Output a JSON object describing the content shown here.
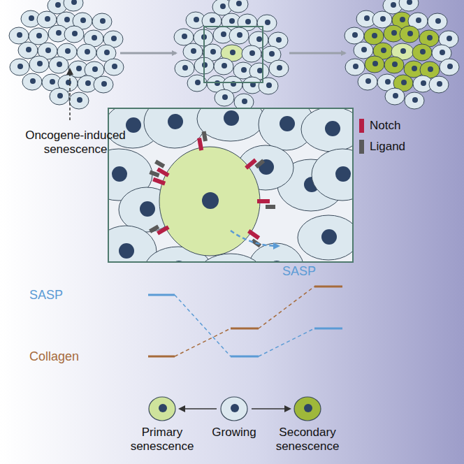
{
  "diagram": {
    "nodes": [
      {
        "text": [
          "Primary senescence"
        ]
      },
      {
        "text": [
          "Growing"
        ]
      },
      {
        "text": [
          "Secondary senescence"
        ]
      }
    ],
    "edges": [
      {
        "from": 1,
        "to": 0,
        "arrow": "to"
      },
      {
        "from": 1,
        "to": 2,
        "arrow": "to"
      }
    ],
    "labels": [
      "Oncogene-induced senescence",
      "SASP",
      "SASP",
      "Collagen"
    ],
    "legend": [
      {
        "text": "Notch",
        "color": "#b51f45"
      },
      {
        "text": "Ligand",
        "color": "#5a5a5a"
      }
    ]
  }
}
